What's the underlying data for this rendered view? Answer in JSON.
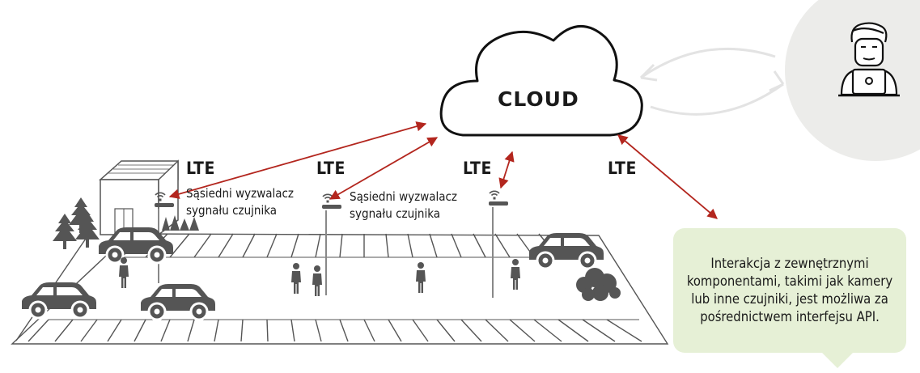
{
  "cloud": {
    "label": "CLOUD"
  },
  "links": {
    "lte_1": "LTE",
    "lte_2": "LTE",
    "lte_3": "LTE",
    "lte_4": "LTE"
  },
  "relays": {
    "relay_1": "Sąsiedni wyzwalacz sygnału czujnika",
    "relay_2": "Sąsiedni wyzwalacz sygnału czujnika"
  },
  "api_note": {
    "text": "Interakcja z zewnętrznymi komponentami, takimi jak kamery lub inne czujniki, jest możliwa za pośrednictwem interfejsu API."
  },
  "colors": {
    "arrow": "#b3261e",
    "bubble": "#e6f0d6",
    "user_circle": "#ececea",
    "silhouette": "#555555"
  },
  "icons": [
    "cloud-icon",
    "user-laptop-icon",
    "car-icon",
    "person-icon",
    "tree-icon",
    "street-light-icon",
    "sensor-icon",
    "building-icon",
    "bush-icon"
  ]
}
